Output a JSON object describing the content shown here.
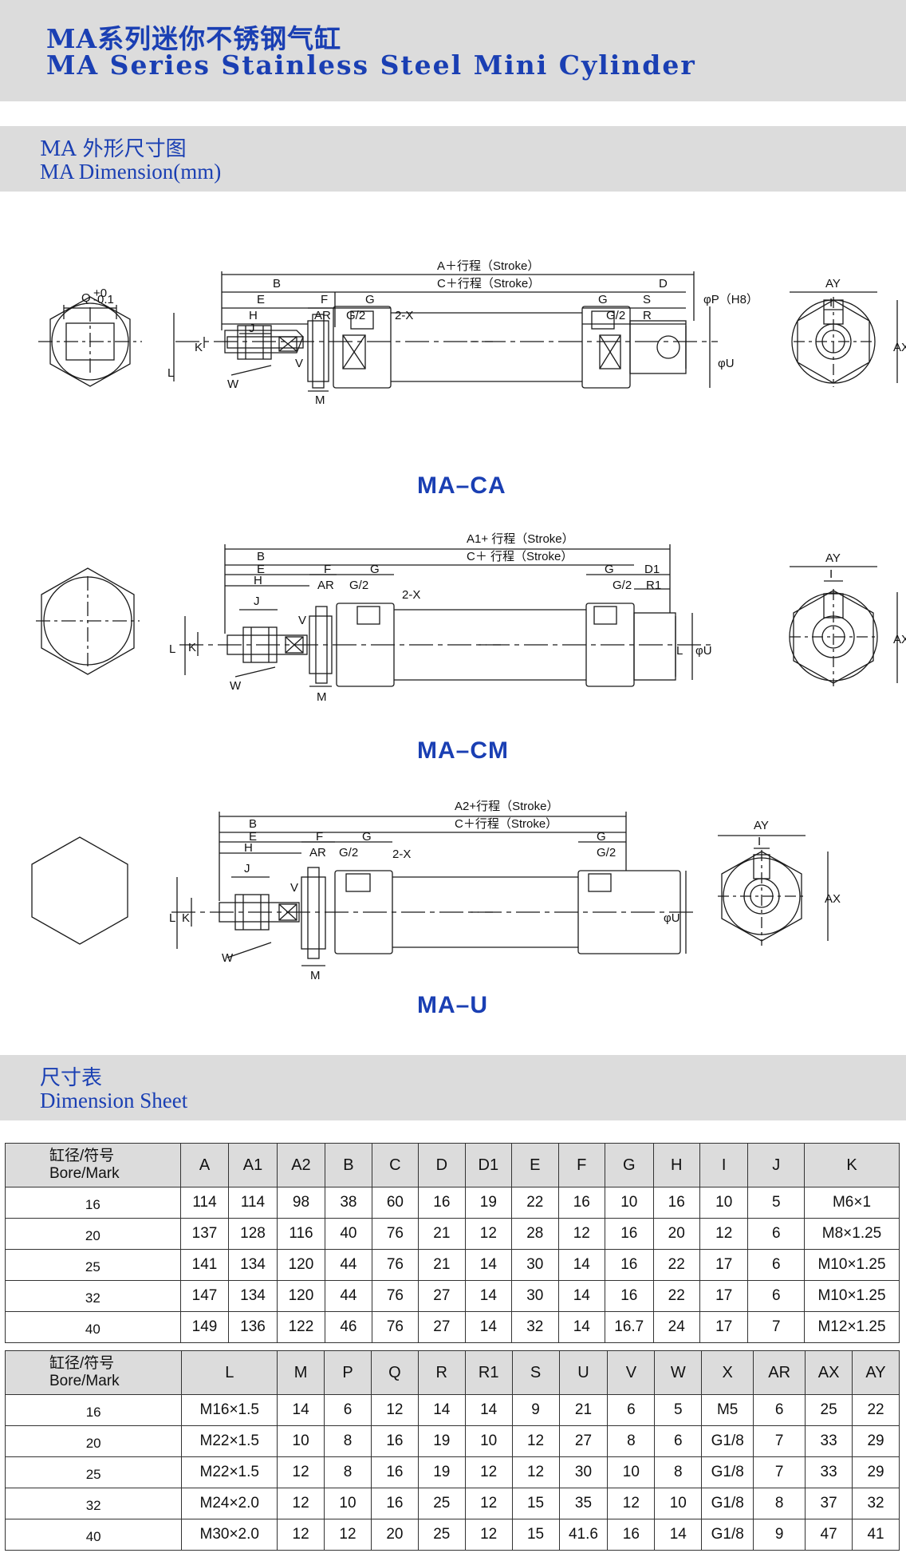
{
  "header": {
    "title_cn": "MA系列迷你不锈钢气缸",
    "title_en": "MA Series Stainless Steel Mini Cylinder"
  },
  "section_dimension": {
    "title_cn": "MA 外形尺寸图",
    "title_en": "MA Dimension(mm)"
  },
  "drawings": {
    "ca": {
      "model": "MA–CA",
      "labels": {
        "a": "A＋行程（Stroke）",
        "c": "C＋行程（Stroke）",
        "b": "B",
        "d": "D",
        "e": "E",
        "f": "F",
        "g": "G",
        "g2": "G",
        "s": "S",
        "h": "H",
        "ar": "AR",
        "g_half": "G/2",
        "twox": "2-X",
        "g_half2": "G/2",
        "r": "R",
        "j": "J",
        "l": "L",
        "k": "K",
        "w": "W",
        "m": "M",
        "v": "V",
        "u": "φU",
        "p": "φP（H8）",
        "q": "Q",
        "q_tol_up": "+0",
        "q_tol_dn": "-0.1",
        "ay": "AY",
        "i": "I",
        "ax": "AX"
      }
    },
    "cm": {
      "model": "MA–CM",
      "labels": {
        "a1": "A1+ 行程（Stroke）",
        "c": "C＋ 行程（Stroke）",
        "b": "B",
        "e": "E",
        "h": "H",
        "f": "F",
        "g": "G",
        "g2": "G",
        "d1": "D1",
        "ar": "AR",
        "g_half": "G/2",
        "twox": "2-X",
        "g_half2": "G/2",
        "r1": "R1",
        "j": "J",
        "l": "L",
        "k": "K",
        "w": "W",
        "m": "M",
        "v": "V",
        "l2": "L",
        "u": "φU",
        "ay": "AY",
        "i": "I",
        "ax": "AX"
      }
    },
    "u": {
      "model": "MA–U",
      "labels": {
        "a2": "A2+行程（Stroke）",
        "c": "C＋行程（Stroke）",
        "b": "B",
        "e": "E",
        "h": "H",
        "f": "F",
        "g": "G",
        "g2": "G",
        "ar": "AR",
        "g_half": "G/2",
        "twox": "2-X",
        "g_half2": "G/2",
        "j": "J",
        "l": "L",
        "k": "K",
        "w": "W",
        "m": "M",
        "v": "V",
        "u": "φU",
        "ay": "AY",
        "i": "I",
        "ax": "AX"
      }
    }
  },
  "section_sheet": {
    "title_cn": "尺寸表",
    "title_en": "Dimension Sheet"
  },
  "table1": {
    "bore_header_cn": "缸径/符号",
    "bore_header_en": "Bore/Mark",
    "columns": [
      "A",
      "A1",
      "A2",
      "B",
      "C",
      "D",
      "D1",
      "E",
      "F",
      "G",
      "H",
      "I",
      "J",
      "K"
    ],
    "rows": [
      {
        "bore": "16",
        "cells": [
          "114",
          "114",
          "98",
          "38",
          "60",
          "16",
          "19",
          "22",
          "16",
          "10",
          "16",
          "10",
          "5",
          "M6×1"
        ]
      },
      {
        "bore": "20",
        "cells": [
          "137",
          "128",
          "116",
          "40",
          "76",
          "21",
          "12",
          "28",
          "12",
          "16",
          "20",
          "12",
          "6",
          "M8×1.25"
        ]
      },
      {
        "bore": "25",
        "cells": [
          "141",
          "134",
          "120",
          "44",
          "76",
          "21",
          "14",
          "30",
          "14",
          "16",
          "22",
          "17",
          "6",
          "M10×1.25"
        ]
      },
      {
        "bore": "32",
        "cells": [
          "147",
          "134",
          "120",
          "44",
          "76",
          "27",
          "14",
          "30",
          "14",
          "16",
          "22",
          "17",
          "6",
          "M10×1.25"
        ]
      },
      {
        "bore": "40",
        "cells": [
          "149",
          "136",
          "122",
          "46",
          "76",
          "27",
          "14",
          "32",
          "14",
          "16.7",
          "24",
          "17",
          "7",
          "M12×1.25"
        ]
      }
    ]
  },
  "table2": {
    "bore_header_cn": "缸径/符号",
    "bore_header_en": "Bore/Mark",
    "columns": [
      "L",
      "M",
      "P",
      "Q",
      "R",
      "R1",
      "S",
      "U",
      "V",
      "W",
      "X",
      "AR",
      "AX",
      "AY"
    ],
    "rows": [
      {
        "bore": "16",
        "cells": [
          "M16×1.5",
          "14",
          "6",
          "12",
          "14",
          "14",
          "9",
          "21",
          "6",
          "5",
          "M5",
          "6",
          "25",
          "22"
        ]
      },
      {
        "bore": "20",
        "cells": [
          "M22×1.5",
          "10",
          "8",
          "16",
          "19",
          "10",
          "12",
          "27",
          "8",
          "6",
          "G1/8",
          "7",
          "33",
          "29"
        ]
      },
      {
        "bore": "25",
        "cells": [
          "M22×1.5",
          "12",
          "8",
          "16",
          "19",
          "12",
          "12",
          "30",
          "10",
          "8",
          "G1/8",
          "7",
          "33",
          "29"
        ]
      },
      {
        "bore": "32",
        "cells": [
          "M24×2.0",
          "12",
          "10",
          "16",
          "25",
          "12",
          "15",
          "35",
          "12",
          "10",
          "G1/8",
          "8",
          "37",
          "32"
        ]
      },
      {
        "bore": "40",
        "cells": [
          "M30×2.0",
          "12",
          "12",
          "20",
          "25",
          "12",
          "15",
          "41.6",
          "16",
          "14",
          "G1/8",
          "9",
          "47",
          "41"
        ]
      }
    ]
  },
  "colors": {
    "title_blue": "#1a3fb3",
    "band_gray": "#dcdcdc",
    "line": "#1a1a1a"
  }
}
